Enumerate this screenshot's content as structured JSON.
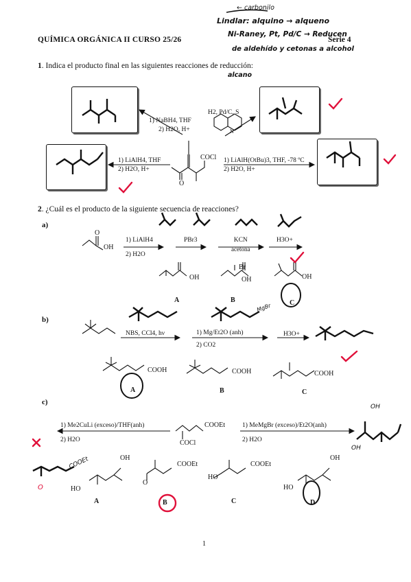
{
  "header": {
    "title": "QUÍMICA ORGÁNICA II CURSO 25/26",
    "serie": "Serie 4"
  },
  "q1": {
    "number": "1",
    "text": ". Indica el producto final en las siguientes reacciones de reducción:",
    "cond_nabh4": [
      "1) NaBH4, THF",
      "2) H2O, H+"
    ],
    "cond_h2": [
      "H2, Pd/C, S"
    ],
    "cond_lialh4": [
      "1)  LiAlH4, THF",
      "2)  H2O, H+"
    ],
    "cond_lialhotbu": [
      "1)  LiAlH(OtBu)3, THF, -78 ºC",
      "2)  H2O, H+"
    ],
    "substrate_cocl": "COCl",
    "substrate_o": "O",
    "quinoline_n": "N"
  },
  "q2": {
    "number": "2",
    "text": ". ¿Cuál es el producto de la siguiente secuencia de reacciones?",
    "a": {
      "label": "a)",
      "oh": "OH",
      "o": "O",
      "step1": [
        "1) LiAlH4",
        "2) H2O"
      ],
      "step2": "PBr3",
      "step3": [
        "KCN",
        "acetona"
      ],
      "step4": "H3O+",
      "options": [
        "A",
        "B",
        "C"
      ],
      "optA_oh": "OH",
      "optB_br": "Br",
      "optB_oh": "OH",
      "optC_oh": "OH"
    },
    "b": {
      "label": "b)",
      "step1": "NBS, CCl4, hν",
      "step2": [
        "1) Mg/Et2O (anh)",
        "2) CO2"
      ],
      "step3": "H3O+",
      "options": [
        "A",
        "B",
        "C"
      ],
      "cooh": "COOH"
    },
    "c": {
      "label": "c)",
      "left_cond": [
        "1) Me2CuLi (exceso)/THF(anh)",
        "2) H2O"
      ],
      "right_cond": [
        "1) MeMgBr (exceso)/Et2O(anh)",
        "2) H2O"
      ],
      "substrate_cooet": "COOEt",
      "substrate_cocl": "COCl",
      "options": [
        "A",
        "B",
        "C",
        "D"
      ],
      "oh": "OH",
      "ho": "HO",
      "cooet": "COOEt",
      "o": "O"
    }
  },
  "handwriting": {
    "top1": "← carbonilo",
    "top2": "Lindlar: alquino → alqueno",
    "top3": "Ni-Raney, Pt, Pd/C → Reducen",
    "top4": "de aldehído y cetonas a alcohol",
    "top5": "alcano",
    "note_b": "MgBr",
    "c_right_oh": "OH",
    "c_right_oh2": "OH",
    "c_left_cooet": "COOEt",
    "c_left_o": "O"
  },
  "page_number": "1",
  "colors": {
    "ink": "#111111",
    "mark_red": "#e0103a"
  }
}
